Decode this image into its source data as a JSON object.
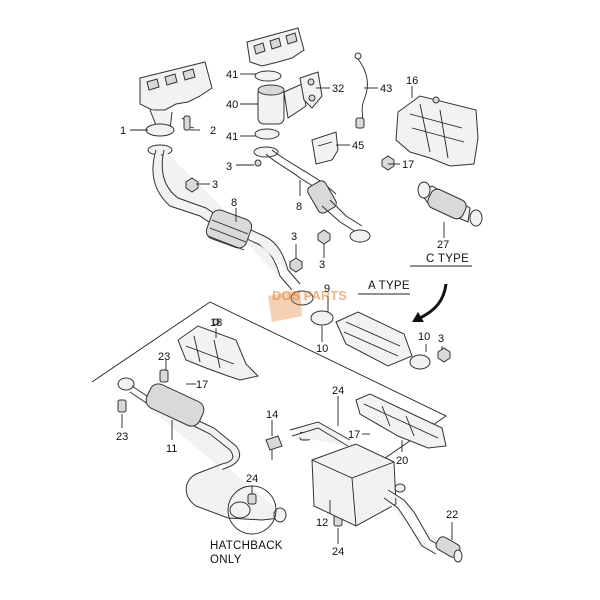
{
  "callouts": {
    "c1": "1",
    "c2": "2",
    "c3a": "3",
    "c3b": "3",
    "c3c": "3",
    "c3d": "3",
    "c3e": "3",
    "c41a": "41",
    "c40": "40",
    "c41b": "41",
    "c32": "32",
    "c43": "43",
    "c45": "45",
    "c16": "16",
    "c17a": "17",
    "c8a": "8",
    "c8b": "8",
    "c27": "27",
    "c9": "9",
    "c10a": "10",
    "c10b": "10",
    "c18": "18",
    "c23a": "23",
    "c17b": "17",
    "c23b": "23",
    "c11": "11",
    "c14": "14",
    "c24a": "24",
    "c17c": "17",
    "c20": "20",
    "c24b": "24",
    "c12": "12",
    "c22": "22",
    "c24c": "24"
  },
  "captions": {
    "c_type": "C TYPE",
    "a_type": "A TYPE",
    "hatchback_line1": "HATCHBACK",
    "hatchback_line2": "ONLY"
  },
  "watermark": "DOS PARTS"
}
